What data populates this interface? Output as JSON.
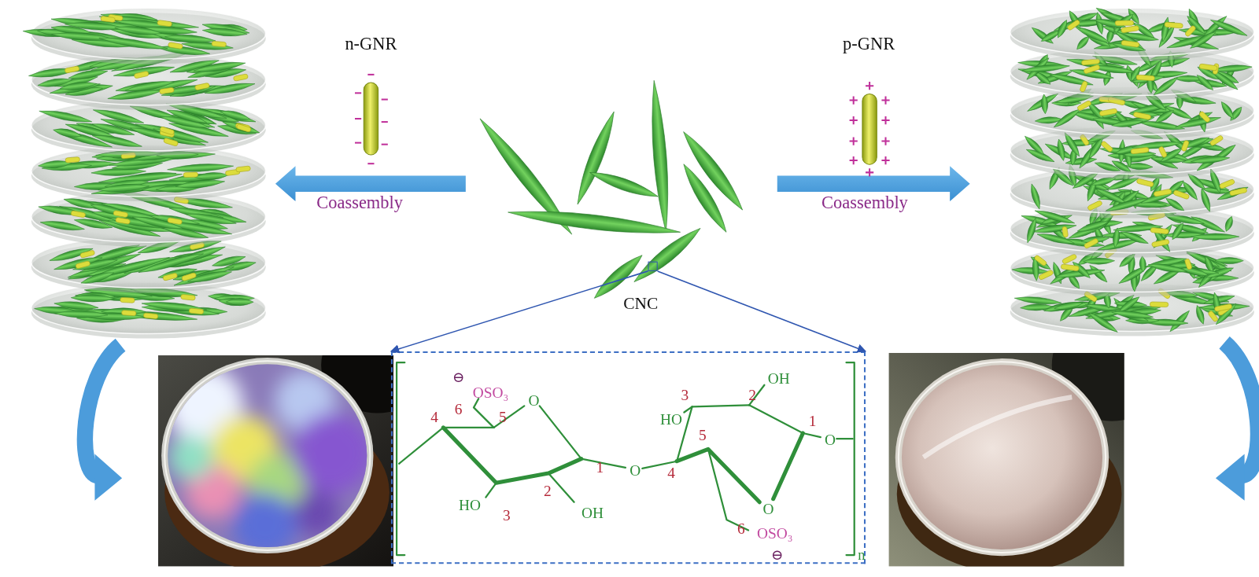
{
  "diagram": {
    "nodes": [
      {
        "text": [
          "CNC"
        ]
      },
      {
        "text": [
          "⊖",
          "OSO₃",
          "6",
          "4",
          "5",
          "O",
          "HO",
          "3",
          "2",
          "OH",
          "1",
          "O",
          "HO",
          "3",
          "2",
          "OH",
          "1",
          "O",
          "5",
          "4",
          "O",
          "6",
          "OSO₃",
          "⊖",
          "n"
        ]
      }
    ],
    "edges": [
      {
        "from": 0,
        "to": 1,
        "arrow": "to"
      },
      {
        "from": 0,
        "to": 1,
        "arrow": "to"
      }
    ],
    "labels": [
      "n-GNR",
      "Coassembly",
      "p-GNR",
      "Coassembly"
    ]
  }
}
